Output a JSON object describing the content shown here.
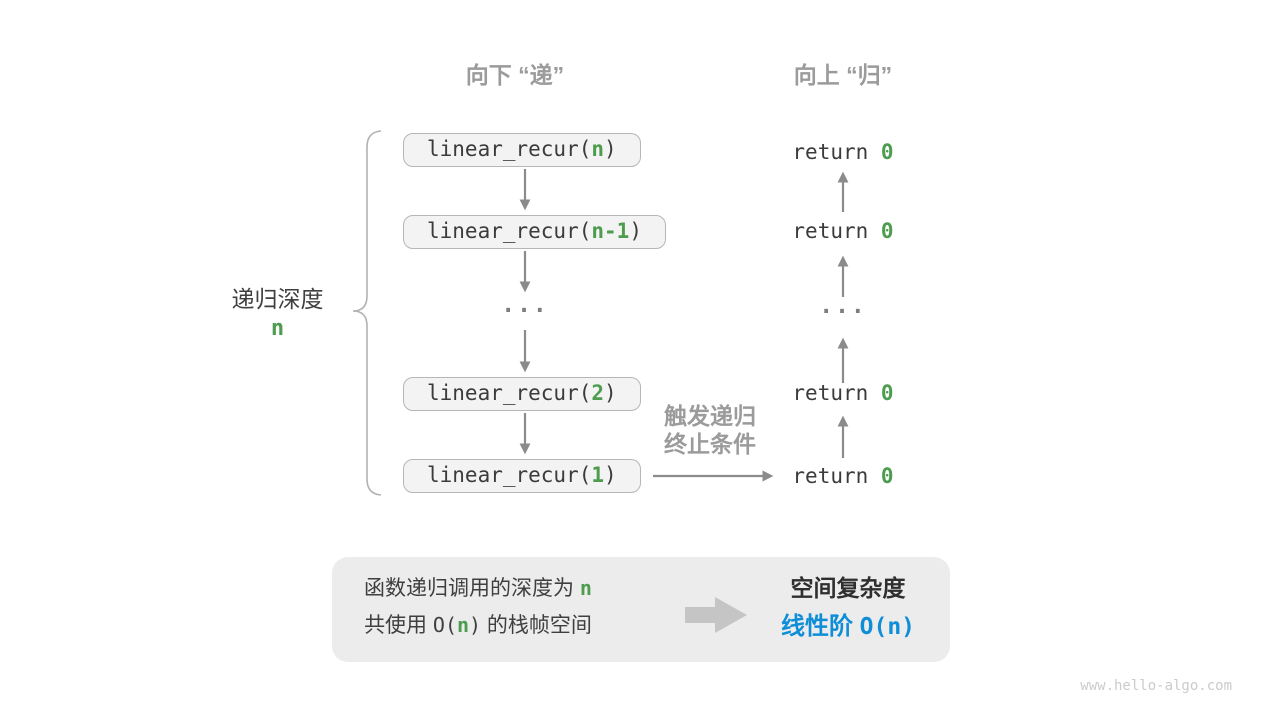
{
  "colors": {
    "background": "#ffffff",
    "label_gray": "#9b9b9b",
    "code_text": "#3b3b3b",
    "green": "#4d9c4f",
    "blue": "#0f8ed8",
    "arrow_gray": "#8b8b8b",
    "brace_gray": "#b2b2b2",
    "box_bg": "#f3f3f3",
    "box_border": "#b6b6b6",
    "summary_bg": "#ececec",
    "block_arrow_gray": "#c5c5c5",
    "watermark_gray": "#cbcbcb"
  },
  "headers": {
    "down": "向下 “递”",
    "up": "向上 “归”"
  },
  "depth_label": {
    "title": "递归深度",
    "value": "n"
  },
  "recursion_column": {
    "boxes": [
      {
        "pre": "linear_recur(",
        "arg": "n",
        "post": ")"
      },
      {
        "pre": "linear_recur(",
        "arg": "n-1",
        "post": ")"
      },
      {
        "pre": "linear_recur(",
        "arg": "2",
        "post": ")"
      },
      {
        "pre": "linear_recur(",
        "arg": "1",
        "post": ")"
      }
    ],
    "ellipsis": "..."
  },
  "return_column": {
    "items": [
      {
        "pre": "return ",
        "arg": "0"
      },
      {
        "pre": "return ",
        "arg": "0"
      },
      {
        "pre": "return ",
        "arg": "0"
      },
      {
        "pre": "return ",
        "arg": "0"
      }
    ],
    "ellipsis": "..."
  },
  "base_case_label": {
    "line1": "触发递归",
    "line2": "终止条件"
  },
  "summary": {
    "left_line1": {
      "pre": "函数递归调用的深度为 ",
      "arg": "n"
    },
    "left_line2": {
      "pre": "共使用 ",
      "code_pre": "O(",
      "arg": "n",
      "code_post": ")",
      "post": " 的栈帧空间"
    },
    "right_title": "空间复杂度",
    "right_value": {
      "label": "线性阶 ",
      "code": "O(n)"
    }
  },
  "watermark": "www.hello-algo.com"
}
